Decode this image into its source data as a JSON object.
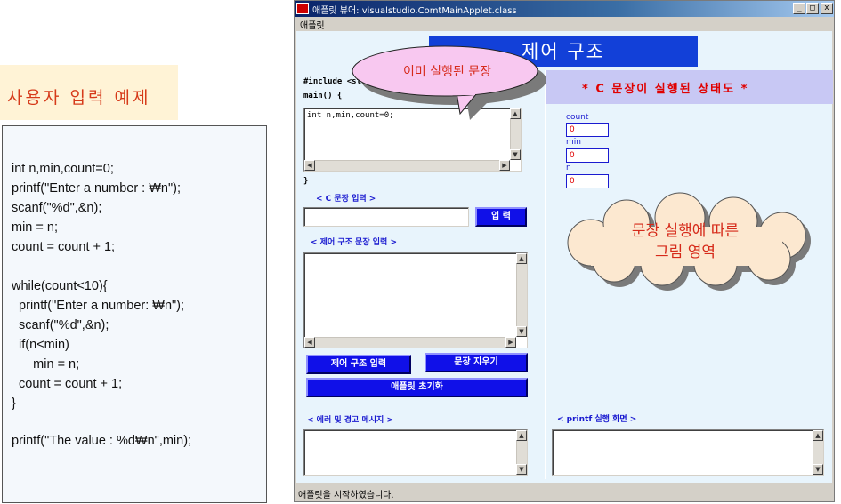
{
  "slide": {
    "title": "사용자 입력 예제",
    "code_lines": [
      "int n,min,count=0;",
      "printf(\"Enter a number : ₩n\");",
      "scanf(\"%d\",&n);",
      "min = n;",
      "count = count + 1;",
      "",
      "while(count<10){",
      "  printf(\"Enter a number: ₩n\");",
      "  scanf(\"%d\",&n);",
      "  if(n<min)",
      "      min = n;",
      "  count = count + 1;",
      "}",
      "",
      "printf(\"The value : %d₩n\",min);"
    ]
  },
  "window": {
    "title": "애플릿 뷰어: visualstudio.ComtMainApplet.class",
    "menu": "애플릿",
    "header": "제어 구조",
    "include_text": "#include <stdio.h>",
    "main_text": "main() {",
    "close_brace": "}",
    "code_area_text": "int n,min,count=0;",
    "c_input_label": "< C 문장 입력 >",
    "input_button": "입 력",
    "control_input_label": "< 제어 구조 문장 입력 >",
    "control_input_button": "제어 구조 입력",
    "clear_button": "문장 지우기",
    "reset_button": "애플릿 초기화",
    "error_label": "< 에러 및 경고 메시지 >",
    "stmt_banner": "* C 문장이 실행된 상태도 *",
    "variables": [
      {
        "name": "count",
        "value": "0"
      },
      {
        "name": "min",
        "value": "0"
      },
      {
        "name": "n",
        "value": "0"
      }
    ],
    "printf_label": "< printf    실행 화면 >",
    "status": "애플릿을 시작하였습니다."
  },
  "callouts": {
    "bubble": "이미 실행된 문장",
    "cloud_line1": "문장 실행에 따른",
    "cloud_line2": "그림 영역"
  },
  "colors": {
    "title_red": "#d63a1a",
    "header_blue": "#1240d8",
    "button_blue": "#1010e8",
    "label_blue": "#1a1ad0",
    "var_red": "#e00000",
    "bubble_fill": "#f8c8f0",
    "cloud_fill": "#fce8d0"
  }
}
